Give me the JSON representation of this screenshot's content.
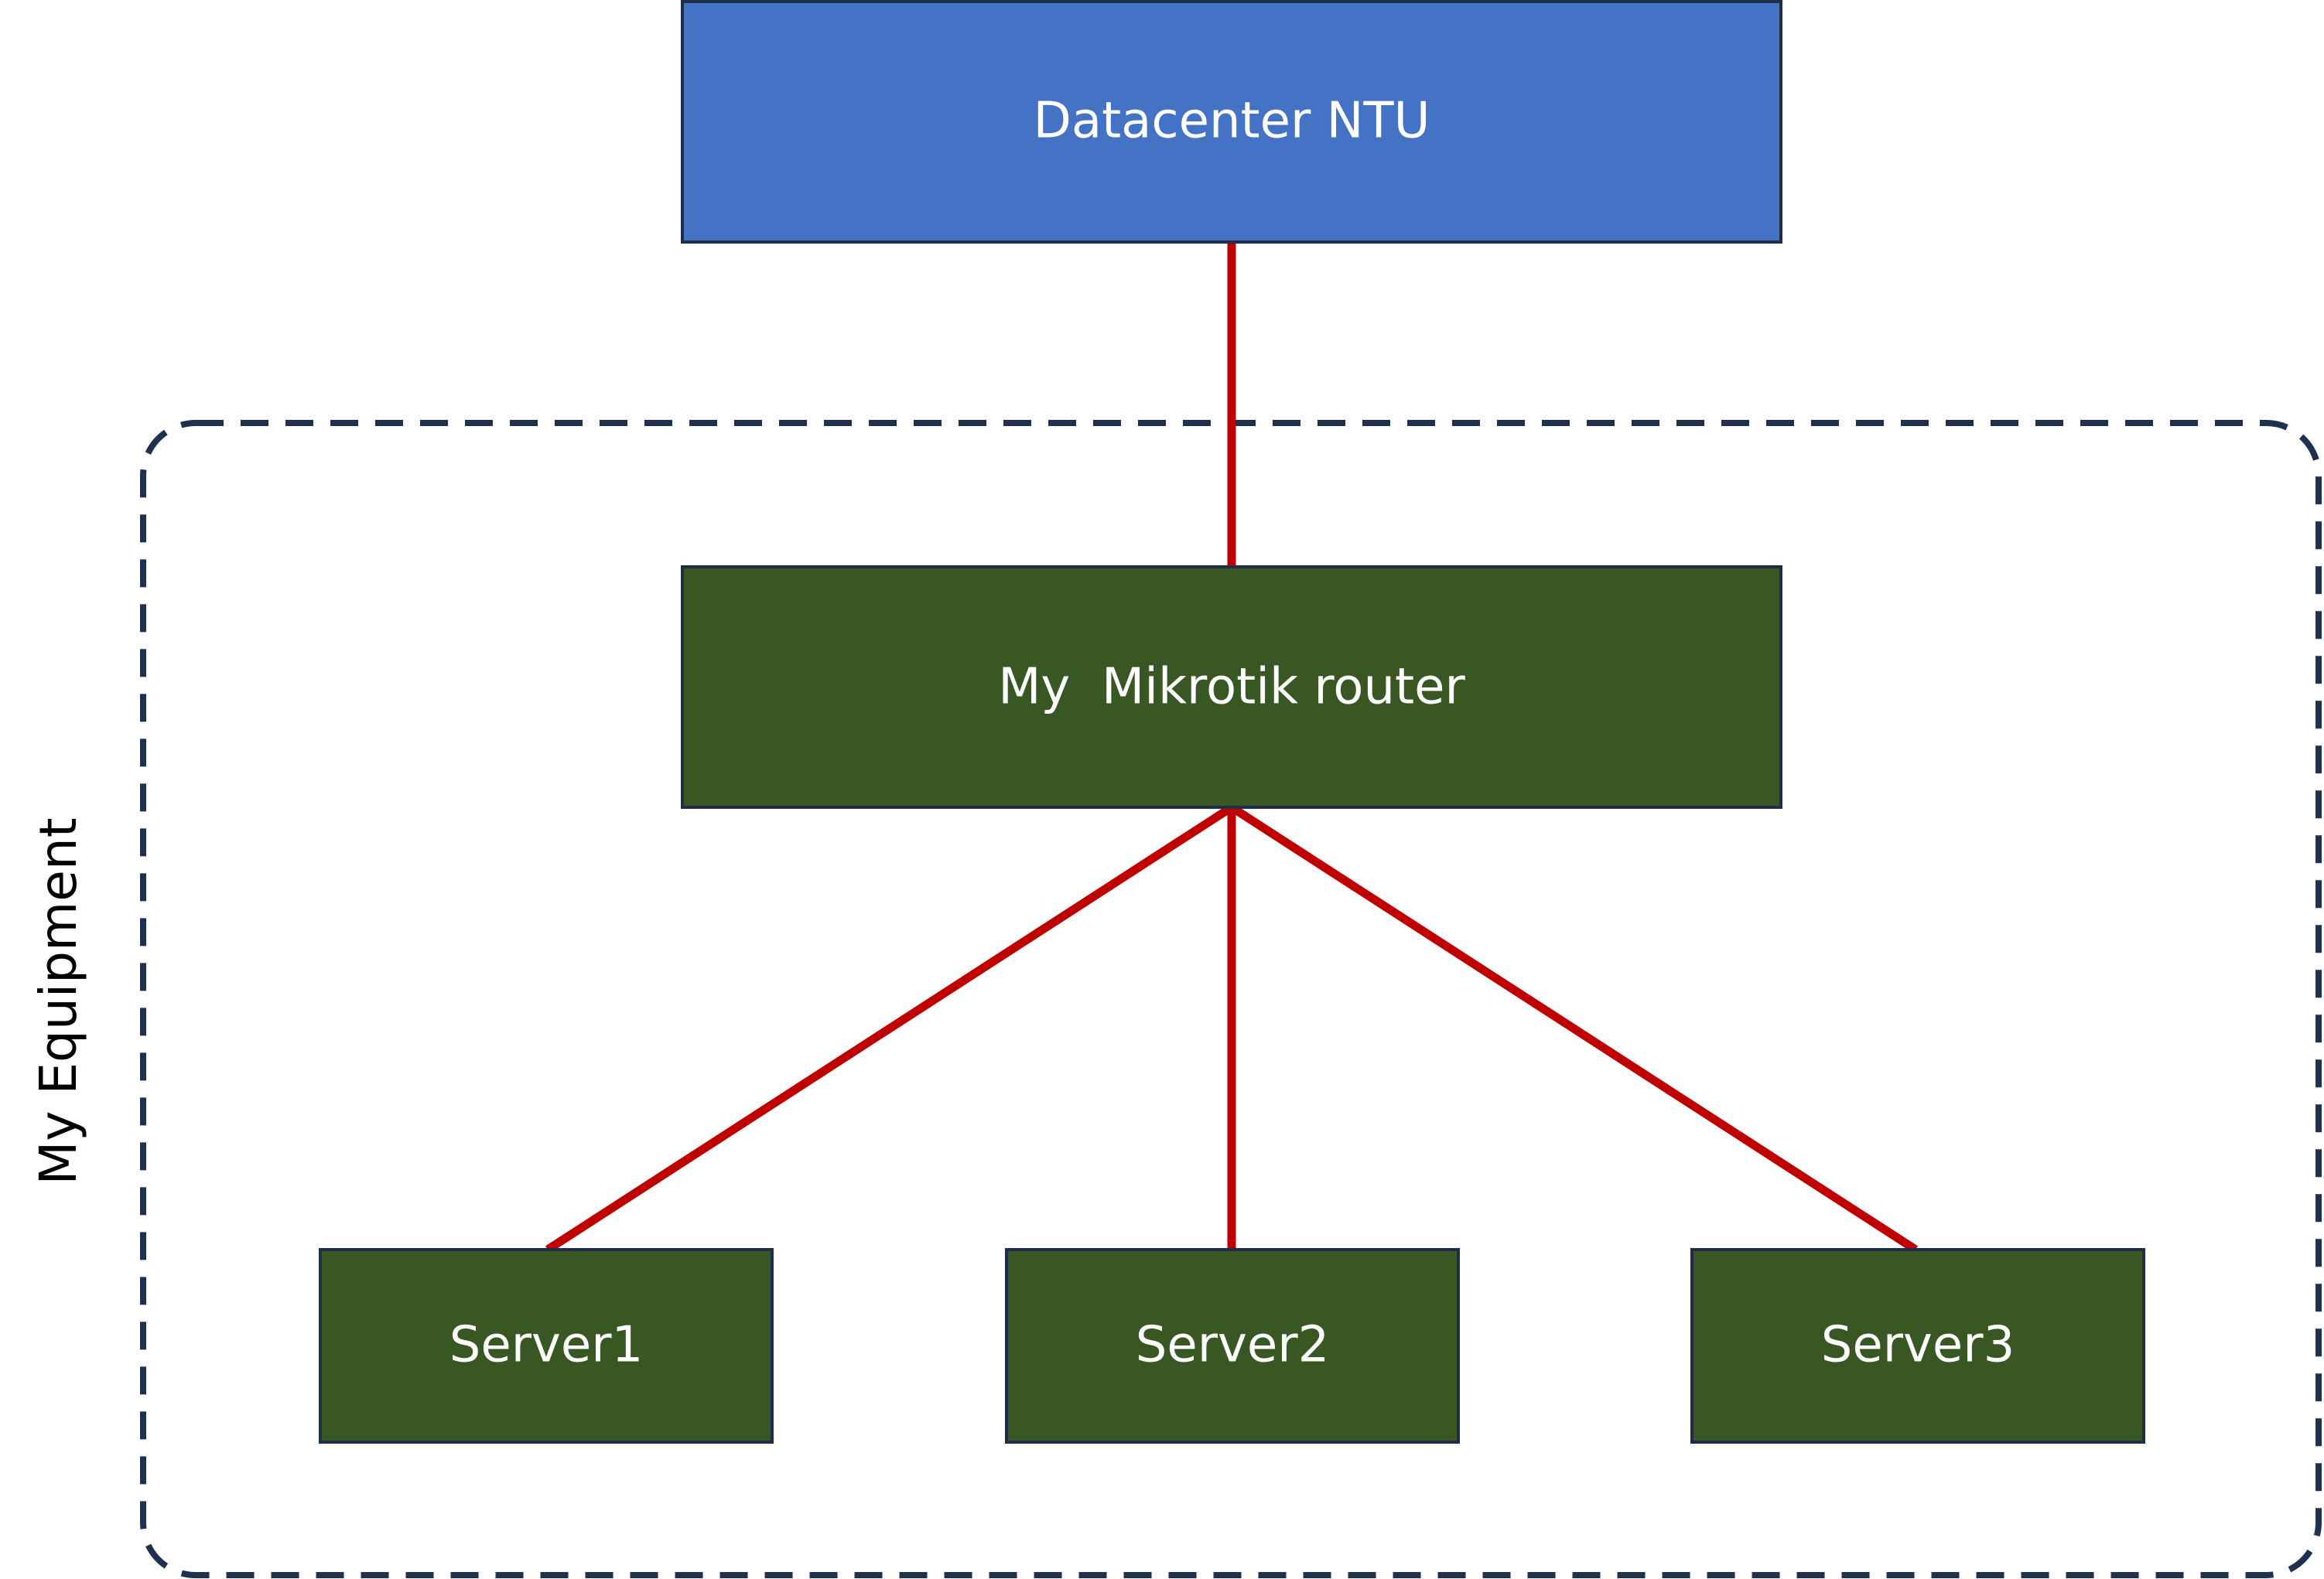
{
  "group": {
    "label": "My Equipment",
    "border_color": "#1f3050"
  },
  "nodes": {
    "datacenter": {
      "label": "Datacenter NTU",
      "fill": "#4472c4"
    },
    "router": {
      "label": "My  Mikrotik router",
      "fill": "#385723"
    },
    "server1": {
      "label": "Server1",
      "fill": "#385723"
    },
    "server2": {
      "label": "Server2",
      "fill": "#385723"
    },
    "server3": {
      "label": "Server3",
      "fill": "#385723"
    }
  },
  "node_border_color": "#1f2d4a",
  "link_color": "#c00000",
  "links": [
    {
      "from": "datacenter",
      "to": "router"
    },
    {
      "from": "router",
      "to": "server1"
    },
    {
      "from": "router",
      "to": "server2"
    },
    {
      "from": "router",
      "to": "server3"
    }
  ]
}
